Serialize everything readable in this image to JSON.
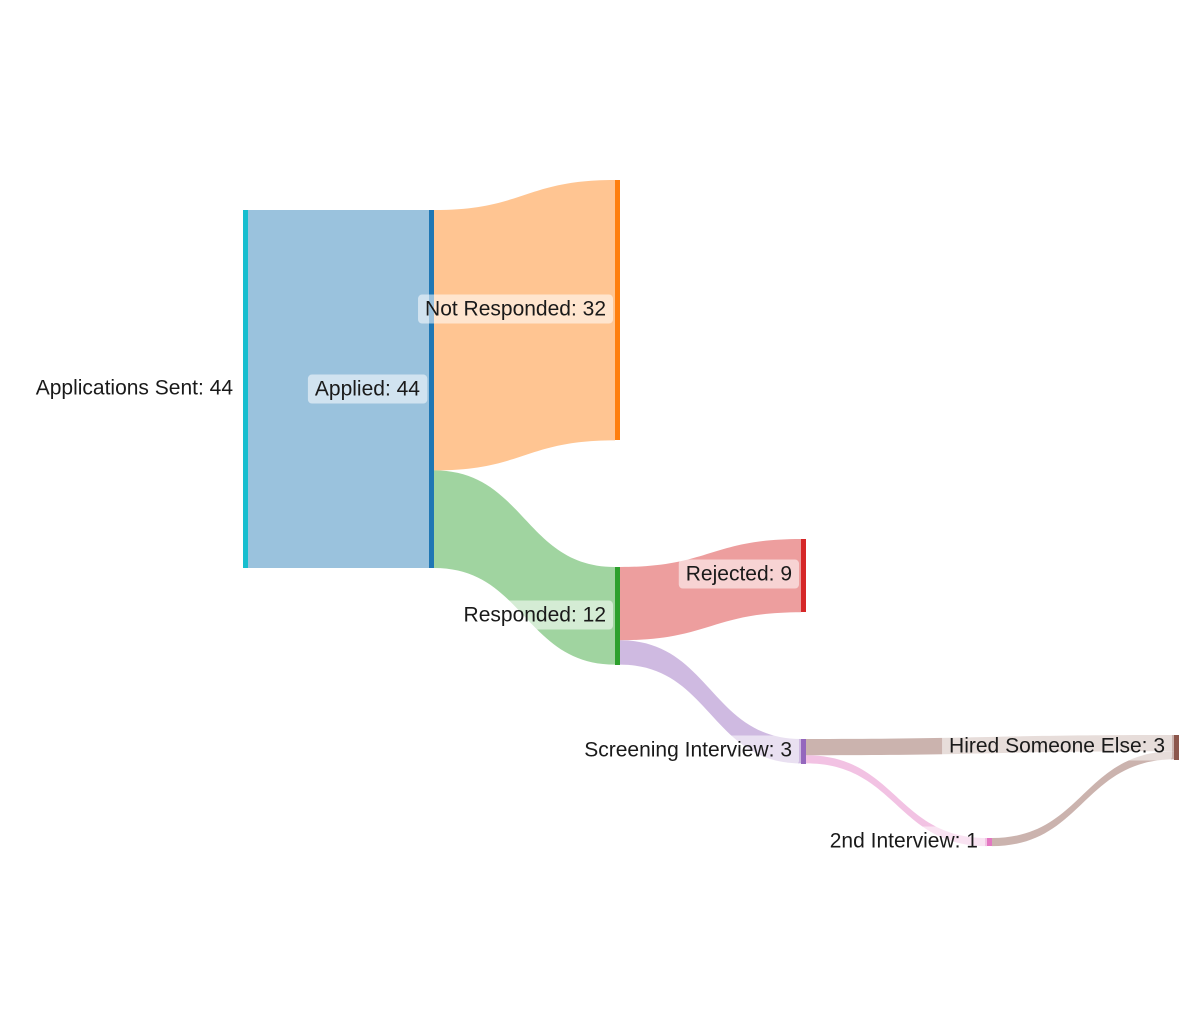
{
  "diagram": {
    "type": "sankey",
    "nodes": [
      {
        "id": "applications_sent",
        "label": "Applications Sent: 44",
        "value": 44,
        "color": "#17becf"
      },
      {
        "id": "applied",
        "label": "Applied: 44",
        "value": 44,
        "color": "#1f77b4"
      },
      {
        "id": "not_responded",
        "label": "Not Responded: 32",
        "value": 32,
        "color": "#ff7f0e"
      },
      {
        "id": "responded",
        "label": "Responded: 12",
        "value": 12,
        "color": "#2ca02c"
      },
      {
        "id": "rejected",
        "label": "Rejected: 9",
        "value": 9,
        "color": "#d62728"
      },
      {
        "id": "screening_interview",
        "label": "Screening Interview: 3",
        "value": 3,
        "color": "#9467bd"
      },
      {
        "id": "second_interview",
        "label": "2nd Interview: 1",
        "value": 1,
        "color": "#e377c2"
      },
      {
        "id": "hired_someone_else",
        "label": "Hired Someone Else: 3",
        "value": 3,
        "color": "#8c564b"
      }
    ],
    "links": [
      {
        "source": "applications_sent",
        "target": "applied",
        "value": 44
      },
      {
        "source": "applied",
        "target": "not_responded",
        "value": 32
      },
      {
        "source": "applied",
        "target": "responded",
        "value": 12
      },
      {
        "source": "responded",
        "target": "rejected",
        "value": 9
      },
      {
        "source": "responded",
        "target": "screening_interview",
        "value": 3
      },
      {
        "source": "screening_interview",
        "target": "hired_someone_else",
        "value": 2
      },
      {
        "source": "screening_interview",
        "target": "second_interview",
        "value": 1
      },
      {
        "source": "second_interview",
        "target": "hired_someone_else",
        "value": 1
      }
    ]
  }
}
